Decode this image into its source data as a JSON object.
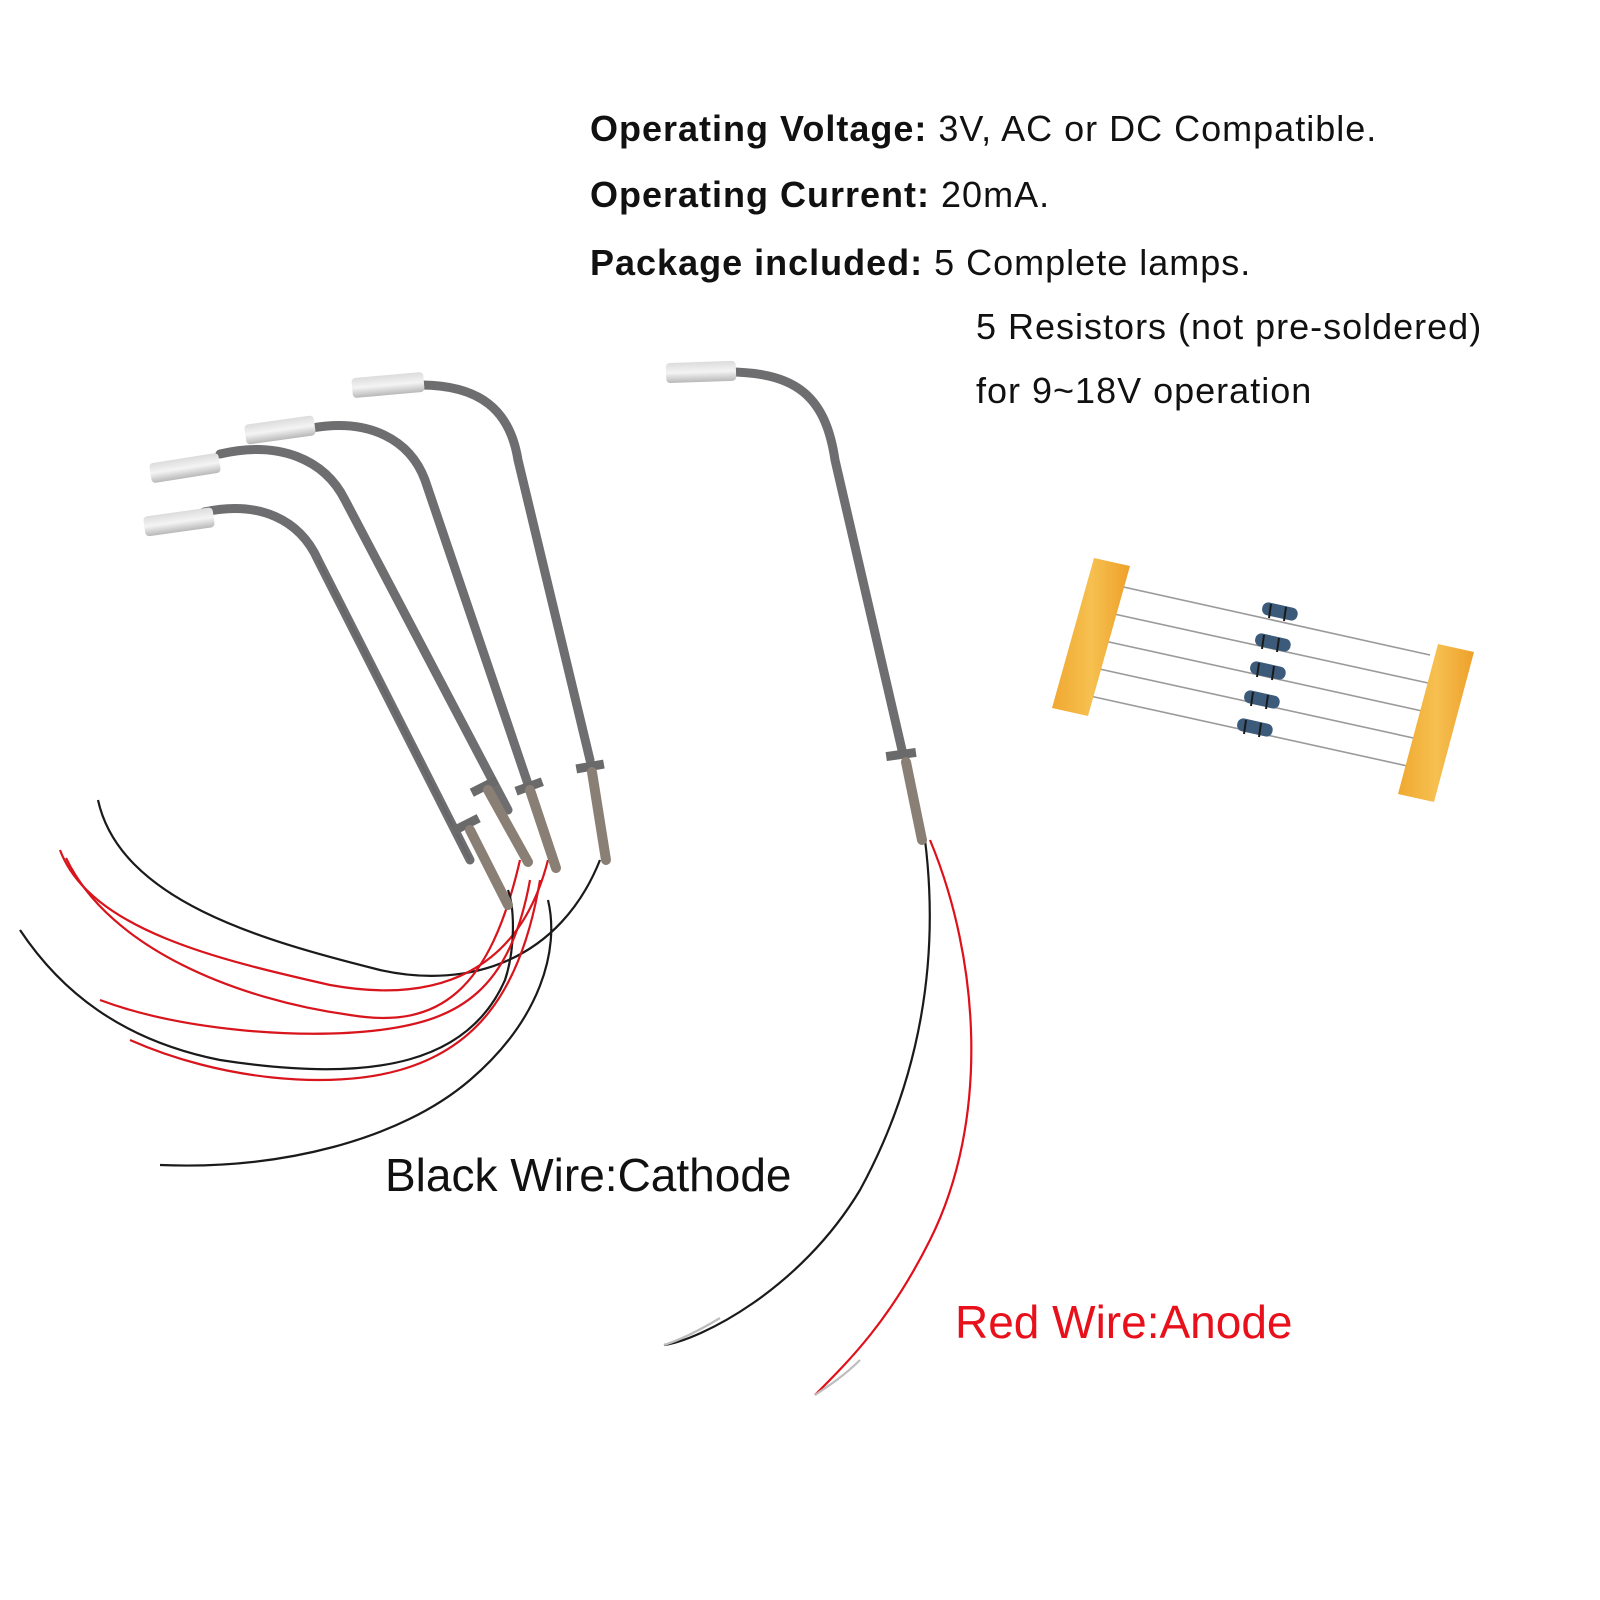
{
  "specs": {
    "voltage": {
      "label": "Operating Voltage:",
      "value": "3V, AC or DC Compatible."
    },
    "current": {
      "label": "Operating Current:",
      "value": "20mA."
    },
    "package": {
      "label": "Package included:",
      "lines": [
        "5 Complete lamps.",
        "5 Resistors (not pre-soldered)",
        "for 9~18V operation"
      ]
    }
  },
  "labels": {
    "black_wire": "Black Wire:Cathode",
    "red_wire": "Red Wire:Anode"
  },
  "colors": {
    "black_wire": "#1a1a1a",
    "red_wire": "#e0101a",
    "red_label": "#e8101a",
    "lamp": "#6e6e70",
    "tape": "#f2b33a",
    "resistor": "#3c5a7a"
  }
}
